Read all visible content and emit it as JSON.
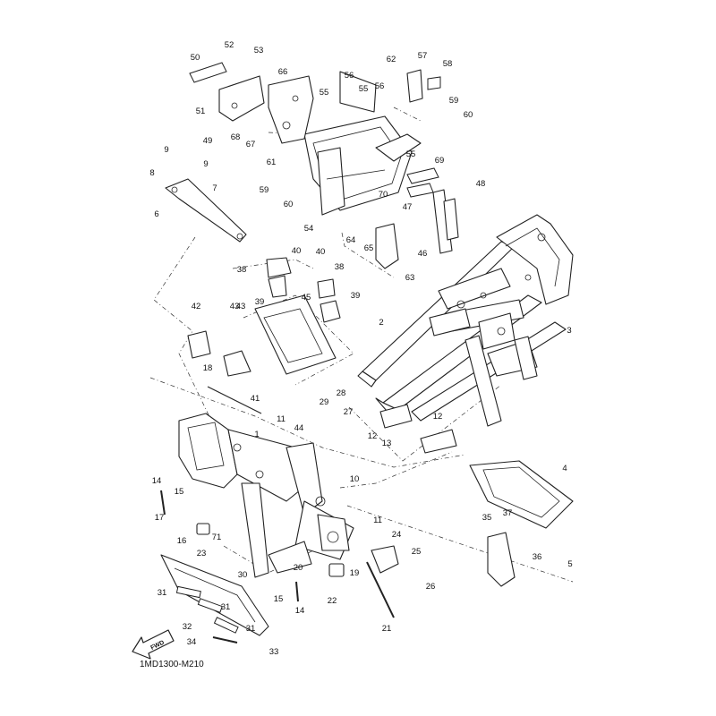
{
  "diagram": {
    "code": "1MD1300-M210",
    "fwd_label": "FWD",
    "callouts": [
      "1",
      "2",
      "3",
      "4",
      "5",
      "6",
      "7",
      "8",
      "9",
      "9",
      "10",
      "11",
      "11",
      "12",
      "12",
      "13",
      "14",
      "14",
      "15",
      "15",
      "16",
      "17",
      "18",
      "19",
      "20",
      "21",
      "22",
      "23",
      "24",
      "25",
      "26",
      "27",
      "28",
      "29",
      "30",
      "31",
      "31",
      "31",
      "32",
      "33",
      "34",
      "35",
      "36",
      "37",
      "38",
      "38",
      "39",
      "39",
      "40",
      "40",
      "41",
      "42",
      "43",
      "43",
      "44",
      "45",
      "46",
      "47",
      "48",
      "49",
      "50",
      "51",
      "52",
      "53",
      "54",
      "55",
      "55",
      "55",
      "56",
      "56",
      "57",
      "58",
      "59",
      "59",
      "60",
      "60",
      "61",
      "62",
      "63",
      "64",
      "65",
      "66",
      "67",
      "68",
      "69",
      "70",
      "71"
    ]
  }
}
